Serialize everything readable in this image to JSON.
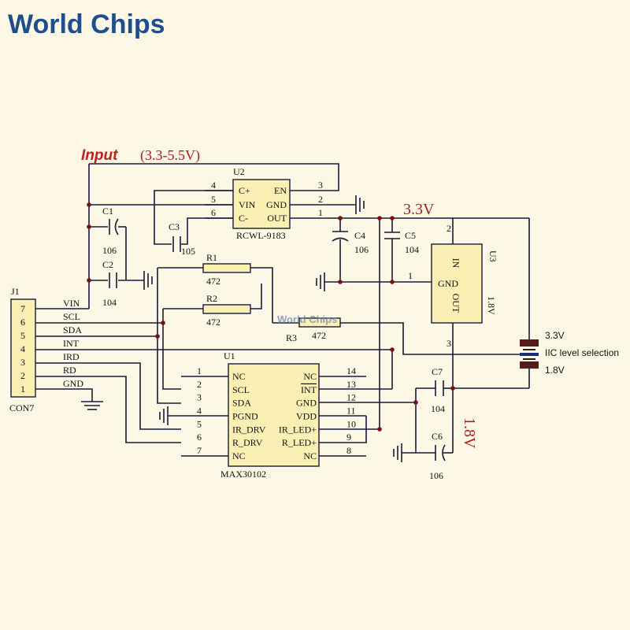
{
  "logo": {
    "text": "World Chips",
    "color_primary": "#1f4e8c",
    "color_accent": "#d9352b"
  },
  "watermark": {
    "text": "World Chips"
  },
  "input": {
    "label": "Input",
    "range": "(3.3-5.5V)",
    "color": "#c0201c"
  },
  "rails": {
    "v33": "3.3V",
    "v18": "1.8V",
    "color": "#a8201a"
  },
  "u2": {
    "ref": "U2",
    "part": "RCWL-9183",
    "left_pins": [
      {
        "num": "4",
        "name": "C+"
      },
      {
        "num": "5",
        "name": "VIN"
      },
      {
        "num": "6",
        "name": "C-"
      }
    ],
    "right_pins": [
      {
        "num": "3",
        "name": "EN"
      },
      {
        "num": "2",
        "name": "GND"
      },
      {
        "num": "1",
        "name": "OUT"
      }
    ]
  },
  "u3": {
    "ref": "U3",
    "in_label": "IN",
    "gnd_label": "GND",
    "out_label": "OUT",
    "voltage": "1.8V",
    "pin_top": "2",
    "pin_left": "1",
    "pin_bottom": "3"
  },
  "u1": {
    "ref": "U1",
    "part": "MAX30102",
    "left_pins": [
      {
        "num": "1",
        "name": "NC"
      },
      {
        "num": "2",
        "name": "SCL"
      },
      {
        "num": "3",
        "name": "SDA"
      },
      {
        "num": "4",
        "name": "PGND"
      },
      {
        "num": "5",
        "name": "IR_DRV"
      },
      {
        "num": "6",
        "name": "R_DRV"
      },
      {
        "num": "7",
        "name": "NC"
      }
    ],
    "right_pins": [
      {
        "num": "14",
        "name": "NC"
      },
      {
        "num": "13",
        "name": "INT"
      },
      {
        "num": "12",
        "name": "GND"
      },
      {
        "num": "11",
        "name": "VDD"
      },
      {
        "num": "10",
        "name": "IR_LED+"
      },
      {
        "num": "9",
        "name": "R_LED+"
      },
      {
        "num": "8",
        "name": "NC"
      }
    ]
  },
  "j1": {
    "ref": "J1",
    "part": "CON7",
    "pins": [
      {
        "num": "7",
        "name": "VIN"
      },
      {
        "num": "6",
        "name": "SCL"
      },
      {
        "num": "5",
        "name": "SDA"
      },
      {
        "num": "4",
        "name": "INT"
      },
      {
        "num": "3",
        "name": "IRD"
      },
      {
        "num": "2",
        "name": "RD"
      },
      {
        "num": "1",
        "name": "GND"
      }
    ]
  },
  "capacitors": {
    "c1": {
      "ref": "C1",
      "value": "106"
    },
    "c2": {
      "ref": "C2",
      "value": "104"
    },
    "c3": {
      "ref": "C3",
      "value": "105"
    },
    "c4": {
      "ref": "C4",
      "value": "106"
    },
    "c5": {
      "ref": "C5",
      "value": "104"
    },
    "c6": {
      "ref": "C6",
      "value": "106"
    },
    "c7": {
      "ref": "C7",
      "value": "104"
    }
  },
  "resistors": {
    "r1": {
      "ref": "R1",
      "value": "472"
    },
    "r2": {
      "ref": "R2",
      "value": "472"
    },
    "r3": {
      "ref": "R3",
      "value": "472"
    }
  },
  "jumper": {
    "top": "3.3V",
    "middle": "IIC level selection",
    "bottom": "1.8V",
    "color": "#5a1a1a"
  }
}
